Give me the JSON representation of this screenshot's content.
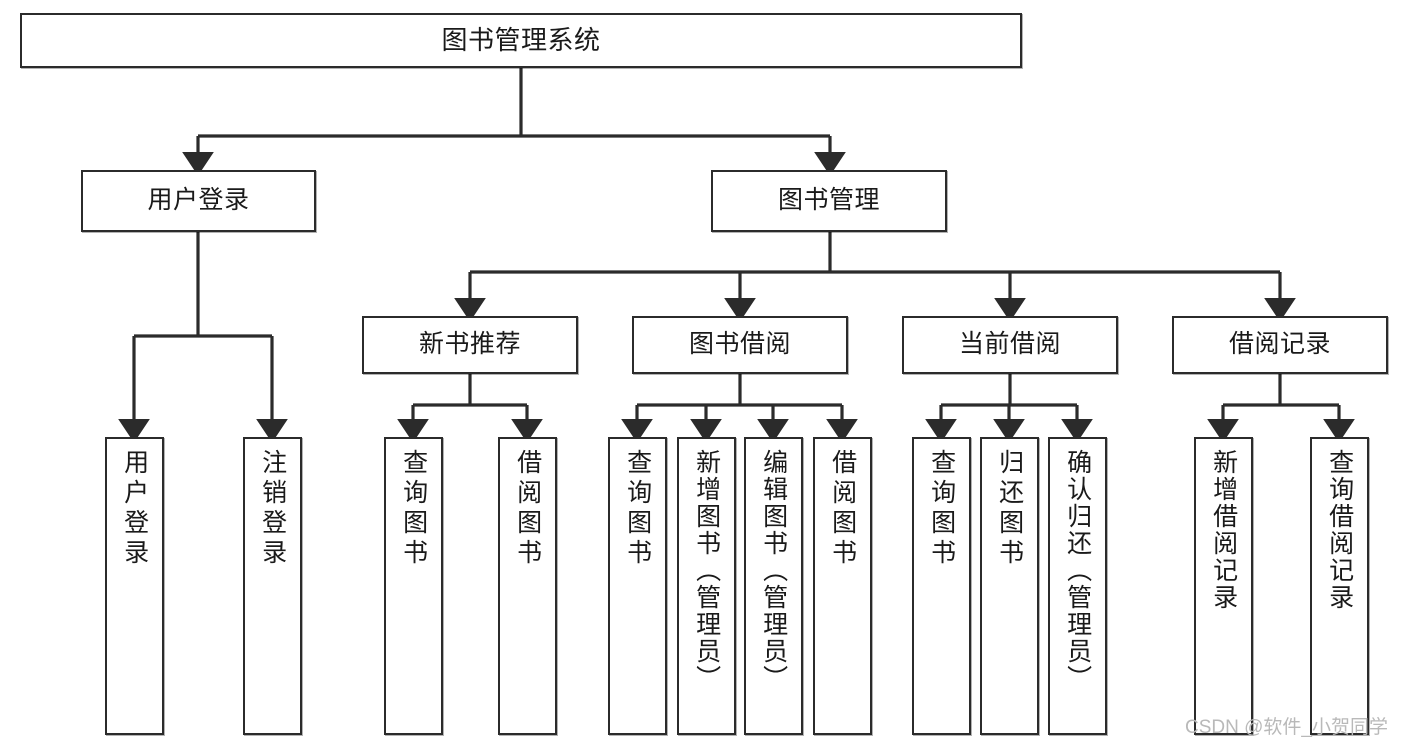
{
  "diagram": {
    "title": "图书管理系统",
    "type": "hierarchy-tree",
    "levels": 4,
    "root": {
      "id": "root",
      "label": "图书管理系统",
      "orientation": "horizontal"
    },
    "level2": [
      {
        "id": "user-login",
        "label": "用户登录",
        "orientation": "horizontal"
      },
      {
        "id": "book-management",
        "label": "图书管理",
        "orientation": "horizontal"
      }
    ],
    "level3": [
      {
        "id": "new-book-recommend",
        "label": "新书推荐",
        "orientation": "horizontal",
        "parent": "book-management"
      },
      {
        "id": "book-borrow",
        "label": "图书借阅",
        "orientation": "horizontal",
        "parent": "book-management"
      },
      {
        "id": "current-borrow",
        "label": "当前借阅",
        "orientation": "horizontal",
        "parent": "book-management"
      },
      {
        "id": "borrow-record",
        "label": "借阅记录",
        "orientation": "horizontal",
        "parent": "book-management"
      }
    ],
    "leaves": [
      {
        "id": "leaf-user-login",
        "label": "用户登录",
        "parent": "user-login",
        "orientation": "vertical"
      },
      {
        "id": "leaf-user-logout",
        "label": "注销登录",
        "parent": "user-login",
        "orientation": "vertical"
      },
      {
        "id": "leaf-query-book-1",
        "label": "查询图书",
        "parent": "new-book-recommend",
        "orientation": "vertical"
      },
      {
        "id": "leaf-borrow-book-1",
        "label": "借阅图书",
        "parent": "new-book-recommend",
        "orientation": "vertical"
      },
      {
        "id": "leaf-query-book-2",
        "label": "查询图书",
        "parent": "book-borrow",
        "orientation": "vertical"
      },
      {
        "id": "leaf-add-book",
        "label": "新增图书（管理员）",
        "parent": "book-borrow",
        "orientation": "vertical"
      },
      {
        "id": "leaf-edit-book",
        "label": "编辑图书（管理员）",
        "parent": "book-borrow",
        "orientation": "vertical"
      },
      {
        "id": "leaf-borrow-book-2",
        "label": "借阅图书",
        "parent": "book-borrow",
        "orientation": "vertical"
      },
      {
        "id": "leaf-query-book-3",
        "label": "查询图书",
        "parent": "current-borrow",
        "orientation": "vertical"
      },
      {
        "id": "leaf-return-book",
        "label": "归还图书",
        "parent": "current-borrow",
        "orientation": "vertical"
      },
      {
        "id": "leaf-confirm-return",
        "label": "确认归还（管理员）",
        "parent": "current-borrow",
        "orientation": "vertical"
      },
      {
        "id": "leaf-add-record",
        "label": "新增借阅记录",
        "parent": "borrow-record",
        "orientation": "vertical"
      },
      {
        "id": "leaf-query-record",
        "label": "查询借阅记录",
        "parent": "borrow-record",
        "orientation": "vertical"
      }
    ]
  },
  "watermark": {
    "text": "CSDN @软件_小贺同学"
  },
  "colors": {
    "stroke": "#2b2b2b",
    "fill": "#ffffff",
    "text": "#1a1a1a",
    "watermark": "#b9b9b9"
  }
}
